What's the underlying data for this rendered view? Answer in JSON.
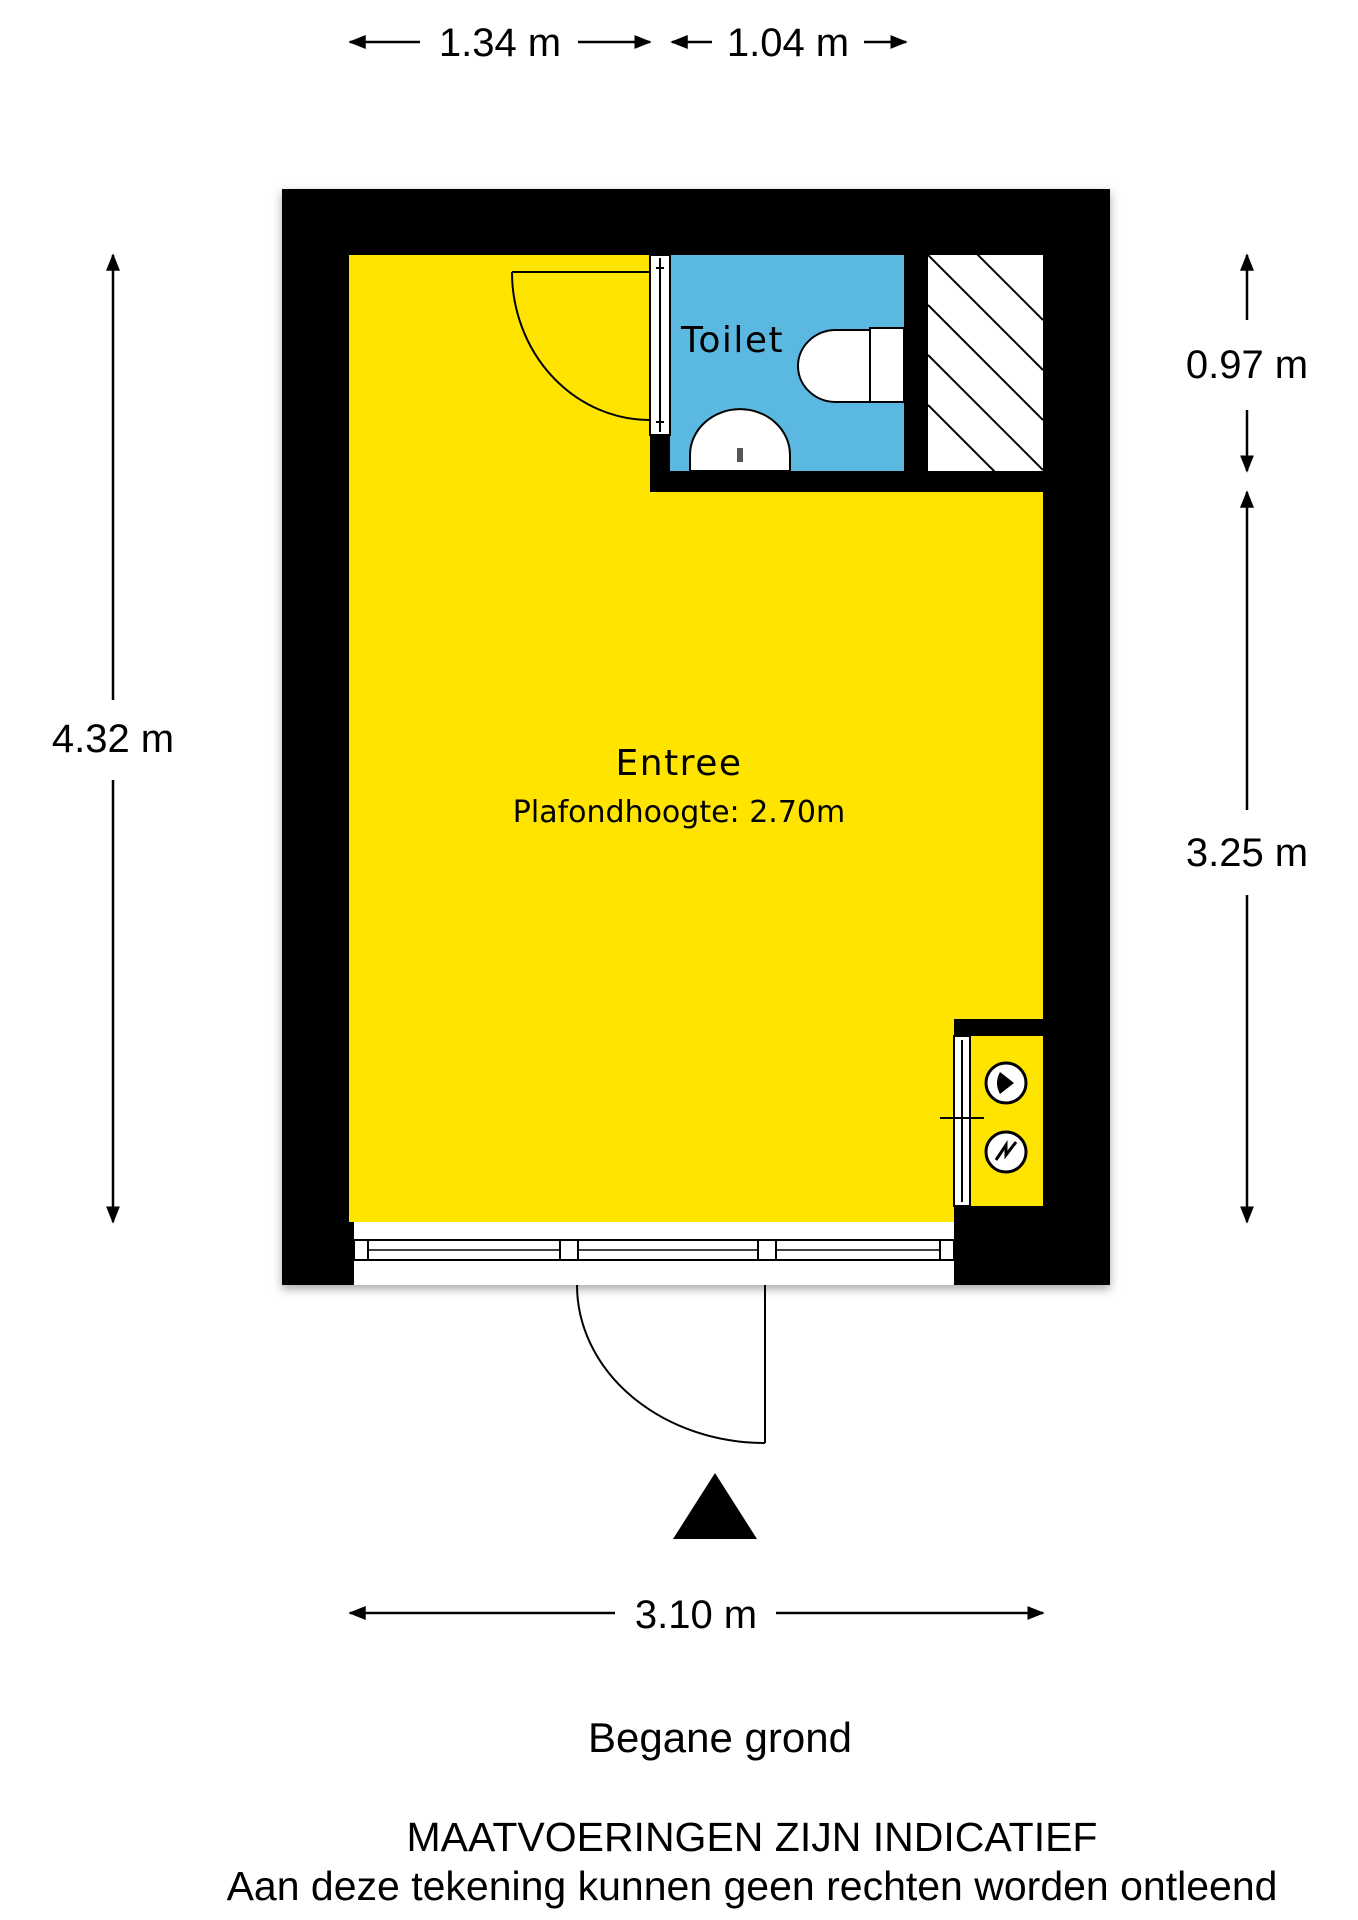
{
  "dimensions": {
    "top_left": "1.34 m",
    "top_right": "1.04 m",
    "left_total": "4.32 m",
    "right_upper": "0.97 m",
    "right_lower": "3.25 m",
    "bottom_width": "3.10 m"
  },
  "rooms": {
    "toilet": {
      "label": "Toilet"
    },
    "entree": {
      "label": "Entree",
      "ceiling_height": "Plafondhoogte: 2.70m"
    }
  },
  "footer": {
    "floor_name": "Begane grond",
    "disclaimer_title": "MAATVOERINGEN ZIJN INDICATIEF",
    "disclaimer_text": "Aan deze tekening kunnen geen rechten worden ontleend"
  },
  "colors": {
    "wall": "#000000",
    "entree_fill": "#ffe400",
    "toilet_fill": "#5bb8e0",
    "background": "#ffffff"
  },
  "icons": {
    "meter_water": "water-meter-icon",
    "meter_electric": "electric-meter-icon",
    "entrance": "entrance-arrow-icon"
  }
}
